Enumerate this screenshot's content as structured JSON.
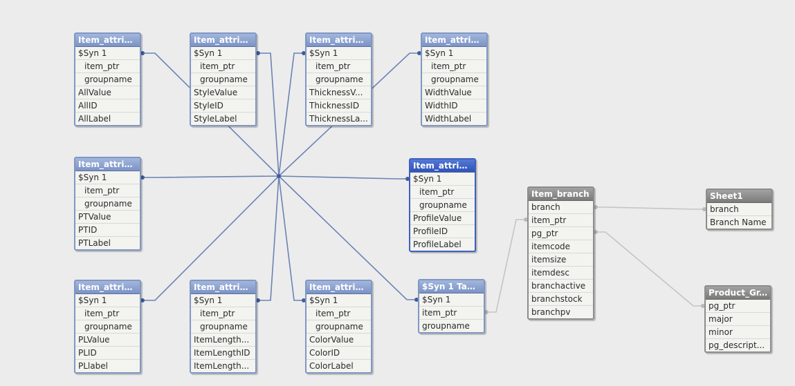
{
  "tables": [
    {
      "id": "t1",
      "title": "Item_attrib...",
      "rows": [
        {
          "label": "$Syn 1",
          "key": true
        },
        {
          "label": "item_ptr",
          "key": true
        },
        {
          "label": "groupname",
          "key": true
        },
        {
          "label": "AllValue"
        },
        {
          "label": "AllID"
        },
        {
          "label": "AllLabel"
        }
      ]
    },
    {
      "id": "t2",
      "title": "Item_attrib...",
      "rows": [
        {
          "label": "$Syn 1",
          "key": true
        },
        {
          "label": "item_ptr",
          "key": true
        },
        {
          "label": "groupname",
          "key": true
        },
        {
          "label": "StyleValue"
        },
        {
          "label": "StyleID"
        },
        {
          "label": "StyleLabel"
        }
      ]
    },
    {
      "id": "t3",
      "title": "Item_attrib...",
      "rows": [
        {
          "label": "$Syn 1",
          "key": true
        },
        {
          "label": "item_ptr",
          "key": true
        },
        {
          "label": "groupname",
          "key": true
        },
        {
          "label": "ThicknessV..."
        },
        {
          "label": "ThicknessID"
        },
        {
          "label": "ThicknessLa..."
        }
      ]
    },
    {
      "id": "t4",
      "title": "Item_attrib...",
      "rows": [
        {
          "label": "$Syn 1",
          "key": true
        },
        {
          "label": "item_ptr",
          "key": true
        },
        {
          "label": "groupname",
          "key": true
        },
        {
          "label": "WidthValue"
        },
        {
          "label": "WidthID"
        },
        {
          "label": "WidthLabel"
        }
      ]
    },
    {
      "id": "t5",
      "title": "Item_attrib...",
      "rows": [
        {
          "label": "$Syn 1",
          "key": true
        },
        {
          "label": "item_ptr",
          "key": true
        },
        {
          "label": "groupname",
          "key": true
        },
        {
          "label": "PTValue"
        },
        {
          "label": "PTID"
        },
        {
          "label": "PTLabel"
        }
      ]
    },
    {
      "id": "t6",
      "title": "Item_attrib...",
      "selected": true,
      "rows": [
        {
          "label": "$Syn 1",
          "key": true
        },
        {
          "label": "item_ptr",
          "key": true
        },
        {
          "label": "groupname",
          "key": true
        },
        {
          "label": "ProfileValue"
        },
        {
          "label": "ProfileID"
        },
        {
          "label": "ProfileLabel"
        }
      ]
    },
    {
      "id": "t7",
      "title": "Item_attrib...",
      "rows": [
        {
          "label": "$Syn 1",
          "key": true
        },
        {
          "label": "item_ptr",
          "key": true
        },
        {
          "label": "groupname",
          "key": true
        },
        {
          "label": "PLValue"
        },
        {
          "label": "PLID"
        },
        {
          "label": "PLlabel"
        }
      ]
    },
    {
      "id": "t8",
      "title": "Item_attrib...",
      "rows": [
        {
          "label": "$Syn 1",
          "key": true
        },
        {
          "label": "item_ptr",
          "key": true
        },
        {
          "label": "groupname",
          "key": true
        },
        {
          "label": "ItemLength..."
        },
        {
          "label": "ItemLengthID"
        },
        {
          "label": "ItemLength..."
        }
      ]
    },
    {
      "id": "t9",
      "title": "Item_attrib...",
      "rows": [
        {
          "label": "$Syn 1",
          "key": true
        },
        {
          "label": "item_ptr",
          "key": true
        },
        {
          "label": "groupname",
          "key": true
        },
        {
          "label": "ColorValue"
        },
        {
          "label": "ColorID"
        },
        {
          "label": "ColorLabel"
        }
      ]
    },
    {
      "id": "t10",
      "title": "$Syn 1 Table",
      "rows": [
        {
          "label": "$Syn 1"
        },
        {
          "label": "item_ptr"
        },
        {
          "label": "groupname"
        }
      ]
    },
    {
      "id": "t11",
      "title": "Item_branch",
      "gray": true,
      "rows": [
        {
          "label": "branch"
        },
        {
          "label": "item_ptr"
        },
        {
          "label": "pg_ptr"
        },
        {
          "label": "itemcode"
        },
        {
          "label": "itemsize"
        },
        {
          "label": "itemdesc"
        },
        {
          "label": "branchactive"
        },
        {
          "label": "branchstock"
        },
        {
          "label": "branchpv"
        }
      ]
    },
    {
      "id": "t12",
      "title": "Sheet1",
      "gray": true,
      "rows": [
        {
          "label": "branch"
        },
        {
          "label": "Branch Name"
        }
      ]
    },
    {
      "id": "t13",
      "title": "Product_Gr...",
      "gray": true,
      "rows": [
        {
          "label": "pg_ptr"
        },
        {
          "label": "major"
        },
        {
          "label": "minor"
        },
        {
          "label": "pg_descript..."
        }
      ]
    }
  ],
  "colors": {
    "link": "#6a82b4",
    "link_gray": "#c4c4c4",
    "dot": "#3f5c9c",
    "dot_gray": "#b8b8b8"
  }
}
